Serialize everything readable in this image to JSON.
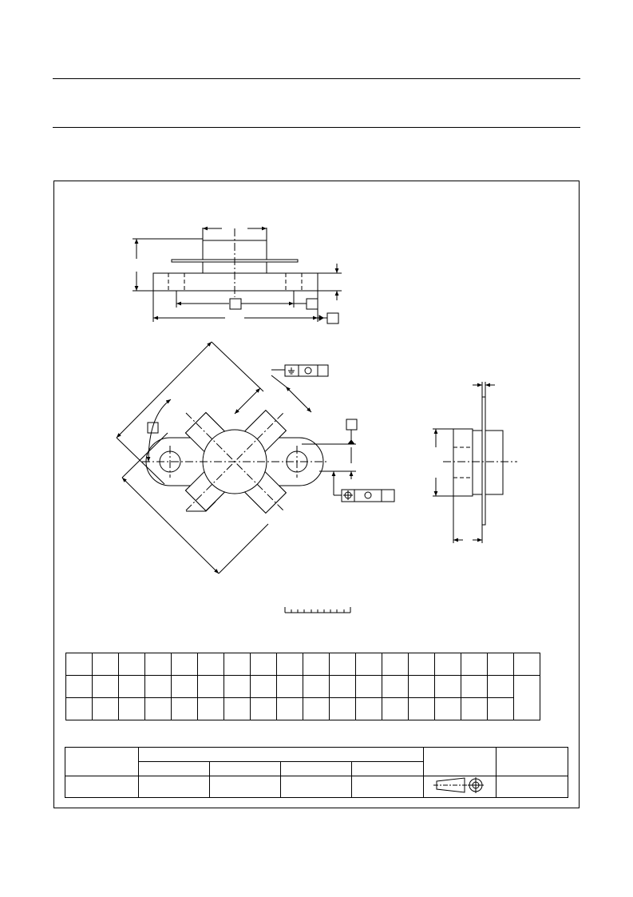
{
  "drawing": {
    "stroke": "#000000",
    "fill": "#ffffff"
  },
  "dimension_table": {
    "rows": 3,
    "columns": 18,
    "last_column_merged_rows": 2
  },
  "outline_table": {
    "columns": 6,
    "subheader_columns": 4
  }
}
